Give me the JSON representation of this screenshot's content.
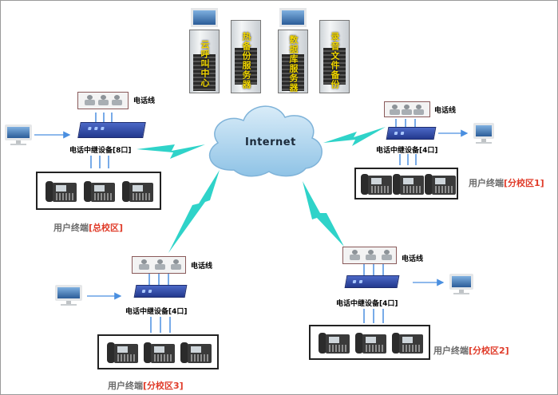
{
  "servers": [
    {
      "label": "云呼叫中心"
    },
    {
      "label": "热备份服务器"
    },
    {
      "label": "数据库服务器"
    },
    {
      "label": "录音文件备份"
    }
  ],
  "internet_label": "Internet",
  "main_site": {
    "phone_line_label": "电话线",
    "device_label": "电话中继设备[8口]",
    "terminal_prefix": "用户终端",
    "terminal_site": "[总校区]"
  },
  "branch1": {
    "phone_line_label": "电话线",
    "device_label": "电话中继设备[4口]",
    "terminal_prefix": "用户终端",
    "terminal_site": "[分校区1]"
  },
  "branch2": {
    "phone_line_label": "电话线",
    "device_label": "电话中继设备[4口]",
    "terminal_prefix": "用户终端",
    "terminal_site": "[分校区2]"
  },
  "branch3": {
    "phone_line_label": "电话线",
    "device_label": "电话中继设备[4口]",
    "terminal_prefix": "用户终端",
    "terminal_site": "[分校区3]"
  },
  "colors": {
    "lightning": "#2fd3c9",
    "arrow": "#4a8fe0",
    "site_highlight": "#e03c2a",
    "server_text": "#f2d700"
  }
}
